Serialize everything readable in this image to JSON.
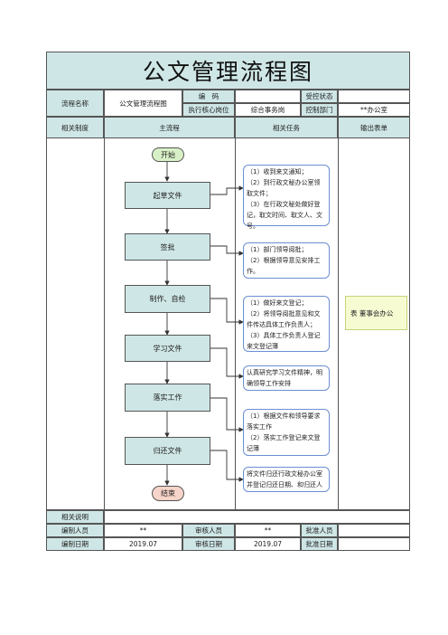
{
  "title": "公文管理流程图",
  "info": {
    "process_name_label": "流程名称",
    "process_name_value": "公文管理流程图",
    "code_label": "编　码",
    "code_value": "",
    "status_label": "受控状态",
    "status_value": "",
    "exec_post_label": "执行核心岗位",
    "exec_post_value": "综合事务岗",
    "dept_label": "控制部门",
    "dept_value": "**办公室"
  },
  "columns": {
    "system": "相关制度",
    "main": "主流程",
    "tasks": "相关任务",
    "forms": "输出表单"
  },
  "flow": {
    "start": "开始",
    "steps": [
      "起草文件",
      "签批",
      "制作、自检",
      "学习文件",
      "落实工作",
      "归还文件"
    ],
    "end": "结束"
  },
  "tasks": [
    [
      "（1）收到来文通知；",
      "（2）到行政文秘办公室领",
      "取文件；",
      "（3）在行政文秘处做好登",
      "记，取文时间、取文人、文",
      "号。"
    ],
    [
      "（1）部门领导阅批；",
      "（2）根据领导意见安排工",
      "作。"
    ],
    [
      "（1）做好来文登记；",
      "（2）将领导阅批意见和文",
      "件传达具体工作负责人；",
      "（3）具体工作负责人登记",
      "来文登记薄"
    ],
    [
      "认真研究学习文件精神，明",
      "确领导工作安排"
    ],
    [
      "（1）根据文件和领导要求",
      "落实工作",
      "（2）落实工作登记来文登",
      "记薄"
    ],
    [
      "将文件归还行政文秘办公室",
      "并登记归还日期、和归还人"
    ]
  ],
  "form_note": "表  董事会办公",
  "footer": {
    "note_label": "相关说明",
    "note_value": "",
    "author_label": "编制人员",
    "author_value": "**",
    "reviewer_label": "审核人员",
    "reviewer_value": "**",
    "approver_label": "批准人员",
    "approver_value": "",
    "date_label": "编制日期",
    "date_value": "2019.07",
    "review_date_label": "审核日期",
    "review_date_value": "2019.07",
    "approve_date_label": "批准日期",
    "approve_date_value": ""
  },
  "colors": {
    "header_bg": "#cfe6e6",
    "start_bg": "#d8f0c6",
    "end_bg": "#f7d4c9",
    "task_border": "#6b8fd3",
    "note_bg": "#f6fbd2"
  }
}
